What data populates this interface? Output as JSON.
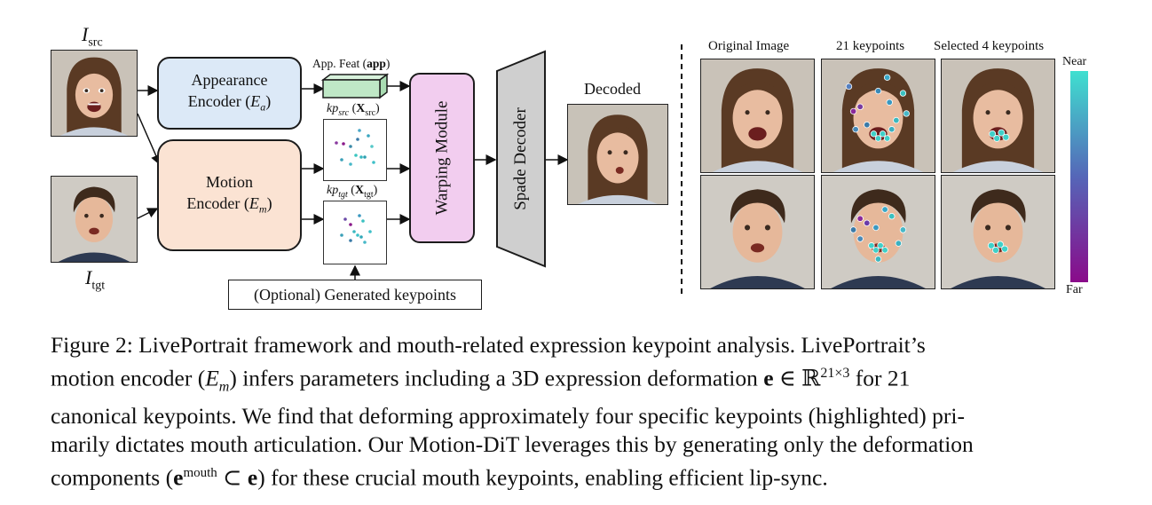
{
  "figure": {
    "labels": {
      "i_src": "I",
      "i_src_sub": "src",
      "i_tgt": "I",
      "i_tgt_sub": "tgt",
      "appearance_encoder_line1": "Appearance",
      "appearance_encoder_line2": "Encoder (",
      "appearance_encoder_sym": "E",
      "appearance_encoder_sub": "a",
      "motion_encoder_line1": "Motion",
      "motion_encoder_line2": "Encoder (",
      "motion_encoder_sym": "E",
      "motion_encoder_sub": "m",
      "app_feat": "App. Feat (",
      "app_feat_bold": "app",
      "kp_src": "kp",
      "kp_src_sub": "src",
      "kp_src_x": "X",
      "kp_tgt": "kp",
      "kp_tgt_sub": "tgt",
      "kp_tgt_x": "X",
      "warping_module": "Warping Module",
      "spade_decoder": "Spade Decoder",
      "decoded": "Decoded",
      "optional_keypoints": "(Optional) Generated keypoints",
      "col_original": "Original Image",
      "col_21kp": "21 keypoints",
      "col_4kp": "Selected 4 keypoints",
      "near": "Near",
      "far": "Far"
    },
    "colors": {
      "appearance_fill": "#dce9f7",
      "motion_fill": "#fbe3d3",
      "warping_fill": "#f2cdef",
      "spade_fill": "#cfcfcf",
      "feat_fill": "#bfe8c6",
      "near_color": "#3fe0d0",
      "far_color": "#8a0a8a"
    }
  },
  "caption": {
    "line1": "Figure 2: LivePortrait framework and mouth-related expression keypoint analysis. LivePortrait’s",
    "line2_a": "motion encoder (",
    "line2_sym": "E",
    "line2_sub": "m",
    "line2_b": ") infers parameters including a 3D expression deformation ",
    "line2_e": "e",
    "line2_in": " ∈ ℝ",
    "line2_sup": "21×3",
    "line2_c": " for 21",
    "line3": "canonical keypoints. We find that deforming approximately four specific keypoints (highlighted) pri-",
    "line4": "marily dictates mouth articulation. Our Motion-DiT leverages this by generating only the deformation",
    "line5_a": "components (",
    "line5_e": "e",
    "line5_sup": "mouth",
    "line5_b": " ⊂ ",
    "line5_e2": "e",
    "line5_c": ") for these crucial mouth keypoints, enabling efficient lip-sync."
  }
}
